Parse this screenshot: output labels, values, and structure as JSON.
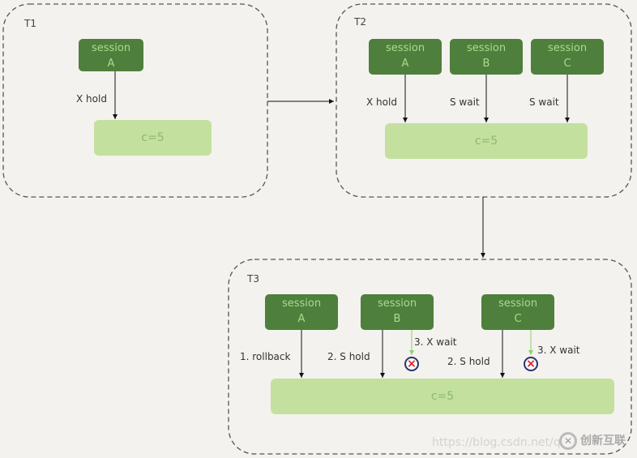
{
  "colors": {
    "session_fill": "#4f7f3c",
    "session_text": "#a9dc8c",
    "resource_fill": "#c4e09e",
    "background": "#f3f2ee"
  },
  "t1": {
    "label": "T1",
    "session": {
      "title": "session",
      "name": "A"
    },
    "edge": "X hold",
    "resource": "c=5"
  },
  "t2": {
    "label": "T2",
    "sessions": [
      {
        "title": "session",
        "name": "A",
        "edge": "X hold"
      },
      {
        "title": "session",
        "name": "B",
        "edge": "S wait"
      },
      {
        "title": "session",
        "name": "C",
        "edge": "S wait"
      }
    ],
    "resource": "c=5"
  },
  "t3": {
    "label": "T3",
    "sessions": [
      {
        "title": "session",
        "name": "A",
        "edge": "1. rollback"
      },
      {
        "title": "session",
        "name": "B",
        "edge": "2. S hold",
        "wait": "3. X wait"
      },
      {
        "title": "session",
        "name": "C",
        "edge": "2. S hold",
        "wait": "3. X wait"
      }
    ],
    "resource": "c=5",
    "blocked_icon": "x-circle-icon"
  },
  "watermark": {
    "url": "https://blog.csdn.net/q",
    "logo": "创新互联"
  }
}
